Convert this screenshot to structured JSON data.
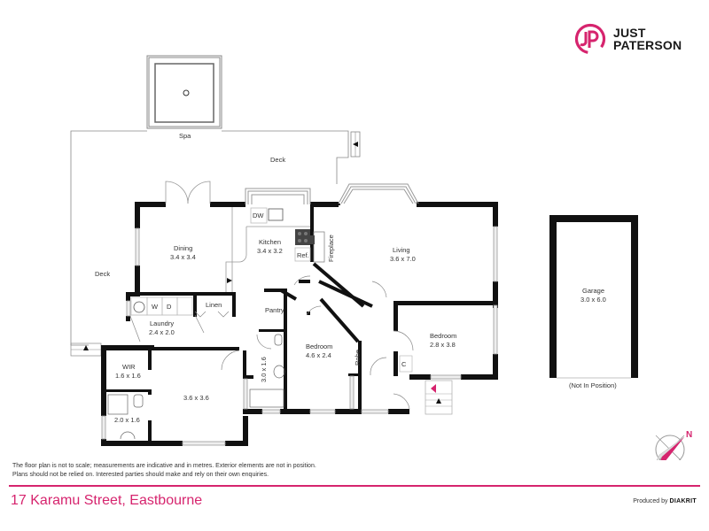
{
  "brand": {
    "name_line1": "JUST",
    "name_line2": "PATERSON",
    "logo_glyph": "JP",
    "accent_color": "#d6246e"
  },
  "plan": {
    "outdoor": {
      "spa_label": "Spa",
      "deck_top_label": "Deck",
      "deck_left_label": "Deck"
    },
    "rooms": [
      {
        "id": "dining",
        "name": "Dining",
        "size": "3.4 x 3.4"
      },
      {
        "id": "kitchen",
        "name": "Kitchen",
        "size": "3.4 x 3.2"
      },
      {
        "id": "living",
        "name": "Living",
        "size": "3.6 x 7.0"
      },
      {
        "id": "laundry",
        "name": "Laundry",
        "size": "2.4 x 2.0"
      },
      {
        "id": "linen",
        "name": "Linen",
        "size": ""
      },
      {
        "id": "pantry",
        "name": "Pantry",
        "size": ""
      },
      {
        "id": "wir",
        "name": "WIR",
        "size": "1.6 x 1.6"
      },
      {
        "id": "ensuite",
        "name": "",
        "size": "2.0 x 1.6"
      },
      {
        "id": "master",
        "name": "",
        "size": "3.6 x 3.6"
      },
      {
        "id": "bathroom",
        "name": "",
        "size": "3.0 x 1.6"
      },
      {
        "id": "bedroom2",
        "name": "Bedroom",
        "size": "4.6 x 2.4"
      },
      {
        "id": "robe",
        "name": "Robe",
        "size": ""
      },
      {
        "id": "bedroom3",
        "name": "Bedroom",
        "size": "2.8 x 3.8"
      },
      {
        "id": "cupboard",
        "name": "C",
        "size": ""
      },
      {
        "id": "garage",
        "name": "Garage",
        "size": "3.0 x 6.0"
      }
    ],
    "fixtures": {
      "dishwasher": "DW",
      "fridge": "Ref.",
      "fireplace": "Fireplace",
      "washer": "W",
      "dryer": "D"
    },
    "garage_note": "(Not In Position)",
    "compass_label": "N"
  },
  "footer": {
    "disclaimer_line1": "The floor plan is not to scale; measurements are indicative and in metres. Exterior elements are not in position.",
    "disclaimer_line2": "Plans should not be relied on. Interested parties should make and rely on their own enquiries.",
    "address": "17 Karamu Street, Eastbourne",
    "produced_by_prefix": "Produced by",
    "produced_by_brand": "DIAKRIT"
  }
}
